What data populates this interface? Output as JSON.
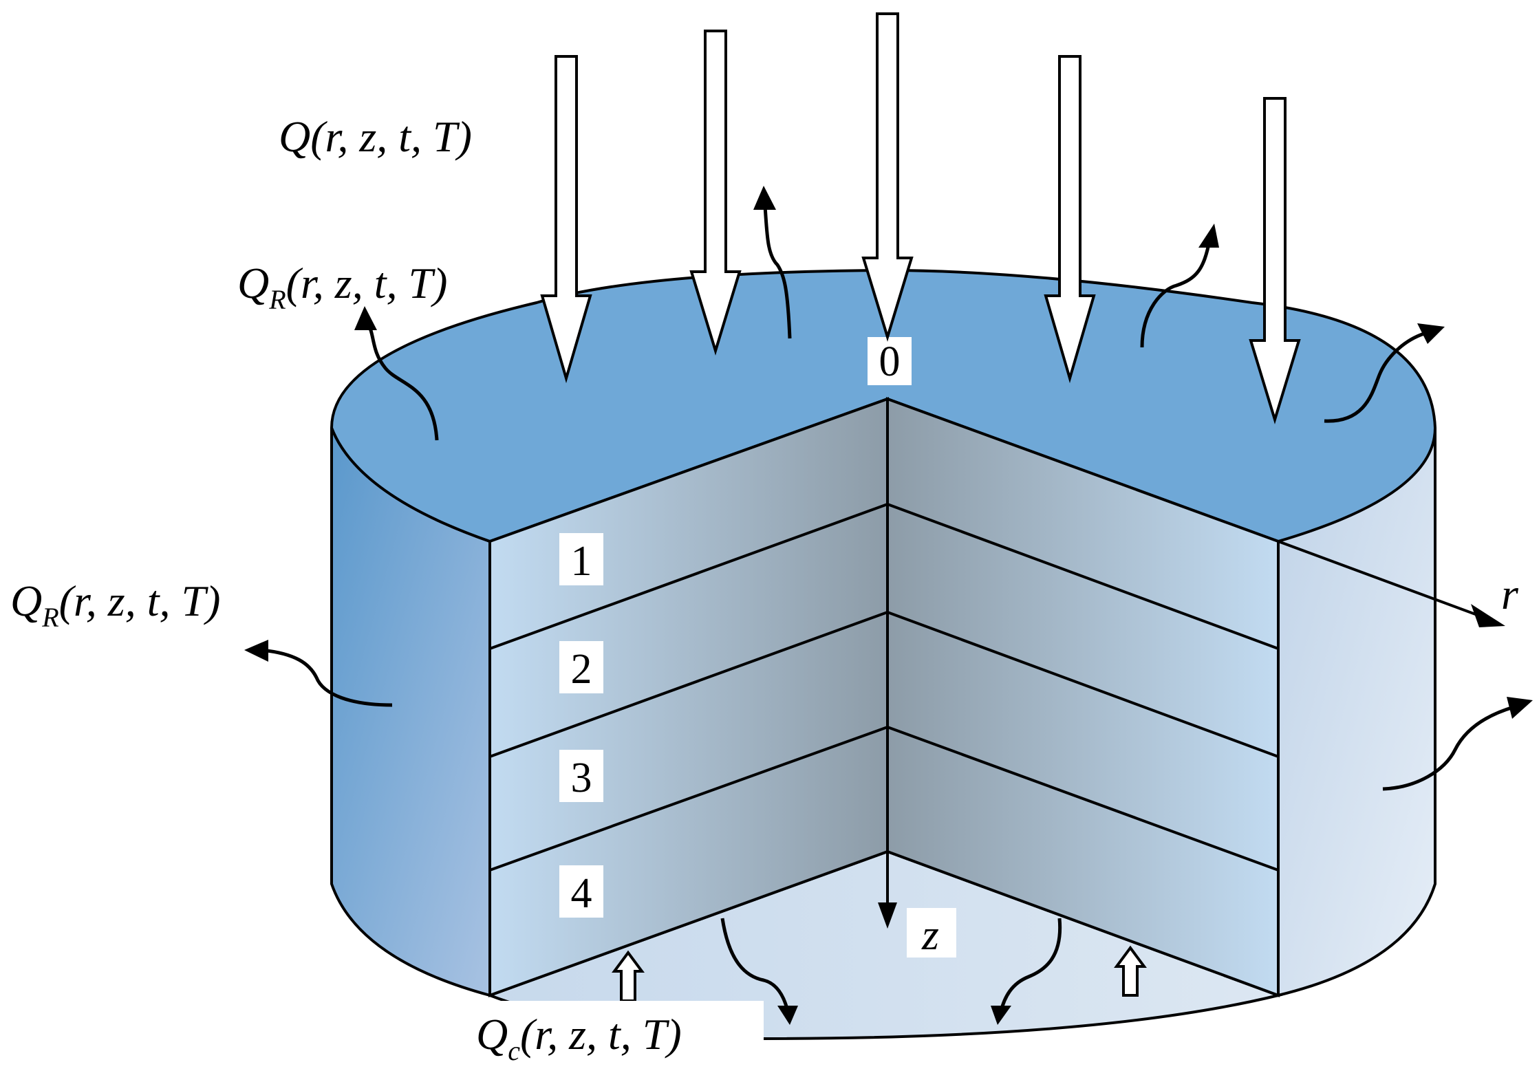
{
  "labels": {
    "q_incident": {
      "main": "Q",
      "args": "(r, z, t, T)"
    },
    "q_radiation_top": {
      "main": "Q",
      "sub": "R",
      "args": "(r, z, t, T)"
    },
    "q_radiation_side": {
      "main": "Q",
      "sub": "R",
      "args": "(r, z, t, T)"
    },
    "q_convection": {
      "main": "Q",
      "sub": "c",
      "args": "(r, z, t, T)"
    }
  },
  "origin": "0",
  "axes": {
    "r": "r",
    "z": "z"
  },
  "layers": [
    "1",
    "2",
    "3",
    "4"
  ],
  "colors": {
    "top": "#6fa8d7",
    "side_left_light": "#9ab8dc",
    "side_left_dark": "#5a98cc",
    "side_right_light": "#e2ebf5",
    "side_right_dark": "#c0d3e8",
    "bottom": "#d0dfee",
    "cut_light": "#c2dbf1",
    "cut_dark": "#8d9ca8",
    "outline": "#000000"
  }
}
